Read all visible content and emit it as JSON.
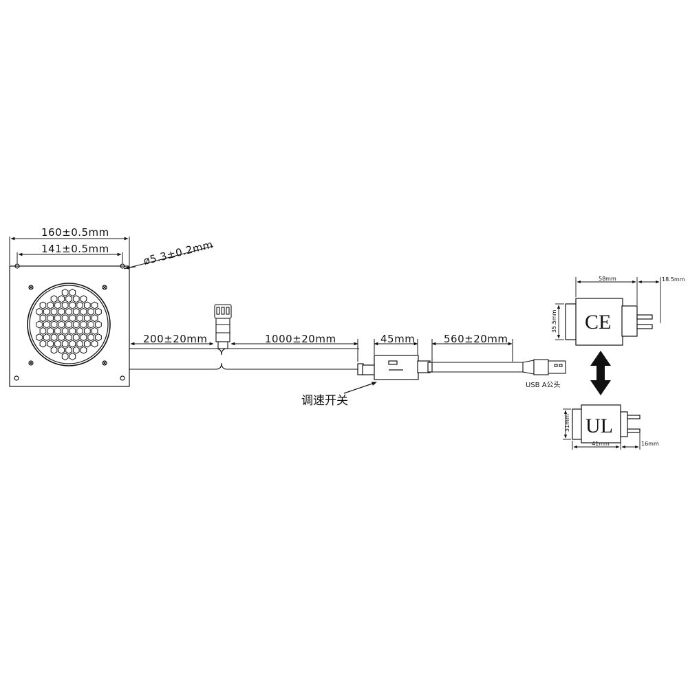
{
  "fan": {
    "outer_width": "160±0.5mm",
    "hole_pitch": "141±0.5mm",
    "hole_diameter": "ø5.3±0.2mm"
  },
  "cable": {
    "fan_lead": "200±20mm",
    "main_lead": "1000±20mm",
    "switch_length": "45mm",
    "usb_lead": "560±20mm",
    "usb_label": "USB A公头",
    "switch_label": "调速开关"
  },
  "adapters": {
    "ce": {
      "mark": "CE",
      "width": "58mm",
      "pin": "18.5mm",
      "height": "35.5mm"
    },
    "ul": {
      "mark": "UL",
      "height": "31mm",
      "width": "41mm",
      "pin": "16mm"
    }
  },
  "colors": {
    "line": "#111111",
    "background": "#ffffff"
  }
}
